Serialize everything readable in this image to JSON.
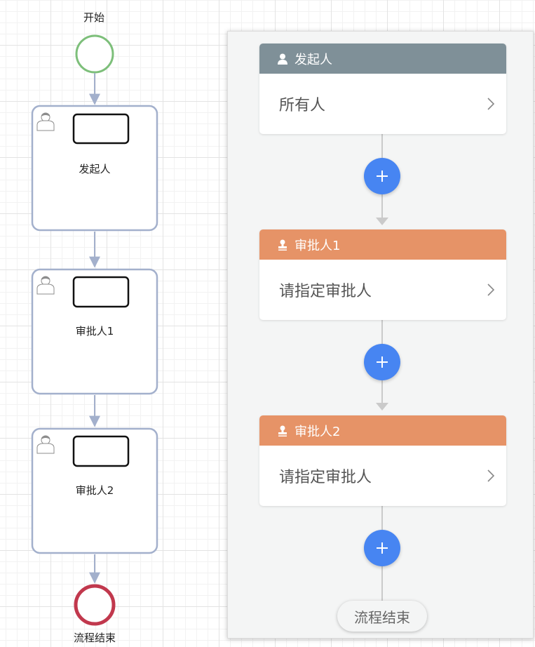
{
  "diagram": {
    "start_label": "开始",
    "end_label": "流程结束",
    "tasks": [
      {
        "label": "发起人"
      },
      {
        "label": "审批人1"
      },
      {
        "label": "审批人2"
      }
    ]
  },
  "panel": {
    "nodes": [
      {
        "title": "发起人",
        "content": "所有人",
        "header_color": "#7f9098"
      },
      {
        "title": "审批人1",
        "content": "请指定审批人",
        "header_color": "#e69367"
      },
      {
        "title": "审批人2",
        "content": "请指定审批人",
        "header_color": "#e69367"
      }
    ],
    "add_button_symbol": "+",
    "end_label": "流程结束"
  },
  "colors": {
    "start_event": "#7dbf7a",
    "end_event": "#c1384d",
    "task_border": "#a3b0cc",
    "add_button": "#4785f2"
  }
}
